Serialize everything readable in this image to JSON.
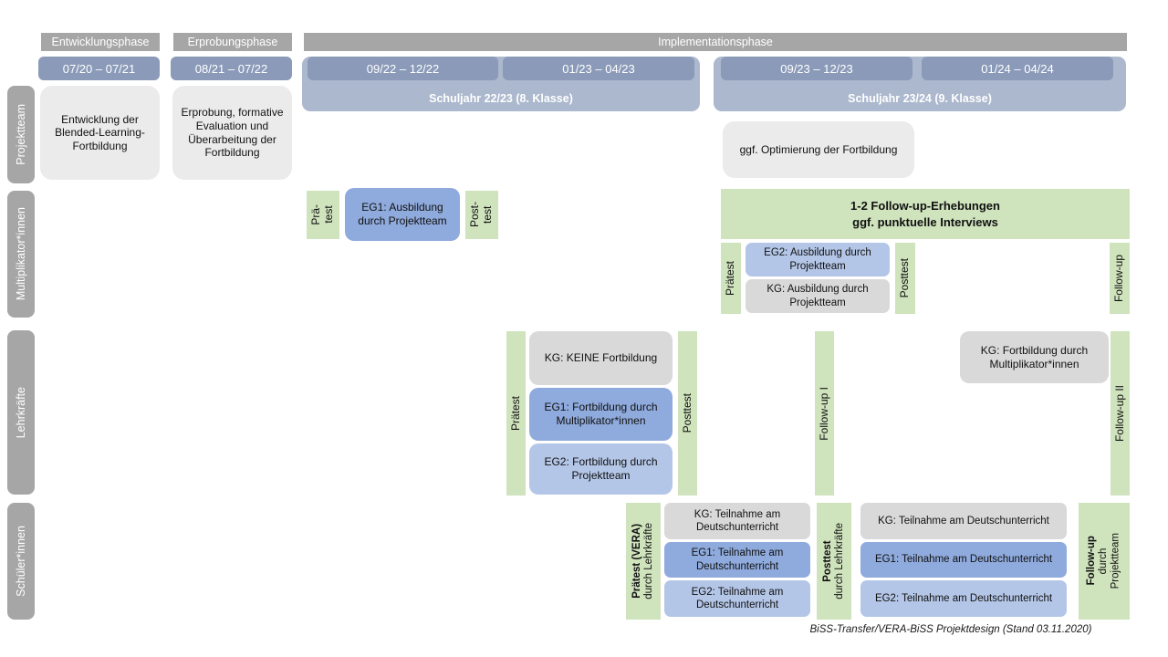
{
  "header": {
    "phases": [
      {
        "label": "Entwicklungsphase"
      },
      {
        "label": "Erprobungsphase"
      },
      {
        "label": "Implementationsphase"
      }
    ],
    "date_ranges": [
      {
        "label": "07/20 – 07/21"
      },
      {
        "label": "08/21 – 07/22"
      },
      {
        "label": "09/22 – 12/22"
      },
      {
        "label": "01/23 – 04/23"
      },
      {
        "label": "09/23 – 12/23"
      },
      {
        "label": "01/24 – 04/24"
      }
    ],
    "school_years": [
      {
        "label": "Schuljahr 22/23 (8. Klasse)"
      },
      {
        "label": "Schuljahr 23/24 (9. Klasse)"
      }
    ]
  },
  "row_labels": [
    {
      "label": "Projektteam"
    },
    {
      "label": "Multiplikator*innen"
    },
    {
      "label": "Lehrkräfte"
    },
    {
      "label": "Schüler*innen"
    }
  ],
  "projektteam": {
    "entwicklung": "Entwicklung der Blended-Learning-Fortbildung",
    "erprobung": "Erprobung, formative Evaluation und Überarbeitung der Fortbildung",
    "optimierung": "ggf. Optimierung der Fortbildung"
  },
  "multiplikatoren": {
    "praetest_line1": "Prä-",
    "praetest_line2": "test",
    "eg1": "EG1: Ausbildung durch Projektteam",
    "posttest_line1": "Post-",
    "posttest_line2": "test",
    "banner_line1": "1-2 Follow-up-Erhebungen",
    "banner_line2": "ggf. punktuelle Interviews",
    "praetest2": "Prätest",
    "eg2": "EG2: Ausbildung durch Projektteam",
    "kg": "KG: Ausbildung durch Projektteam",
    "posttest2": "Posttest",
    "followup": "Follow-up"
  },
  "lehrkraefte": {
    "praetest": "Prätest",
    "kg": "KG: KEINE Fortbildung",
    "eg1": "EG1: Fortbildung durch Multiplikator*innen",
    "eg2": "EG2: Fortbildung durch Projektteam",
    "posttest": "Posttest",
    "followup1": "Follow-up I",
    "kg2": "KG: Fortbildung durch Multiplikator*innen",
    "followup2": "Follow-up II"
  },
  "schueler": {
    "praetest_line1": "Prätest (VERA)",
    "praetest_line2": "durch  Lehrkräfte",
    "kg1": "KG: Teilnahme am Deutschunterricht",
    "eg1a": "EG1: Teilnahme am Deutschunterricht",
    "eg2a": "EG2: Teilnahme am Deutschunterricht",
    "posttest_line1": "Posttest",
    "posttest_line2": "durch  Lehrkräfte",
    "kg2": "KG: Teilnahme am Deutschunterricht",
    "eg1b": "EG1: Teilnahme am Deutschunterricht",
    "eg2b": "EG2: Teilnahme am Deutschunterricht",
    "followup_line1": "Follow-up",
    "followup_line2": "durch",
    "followup_line3": "Projektteam"
  },
  "caption": "BiSS-Transfer/VERA-BiSS Projektdesign (Stand 03.11.2020)",
  "colors": {
    "phase_gray": "#a6a6a6",
    "date_blue": "#8a9ab8",
    "year_band_blue": "#abb8cd",
    "light_gray_box": "#ebebeb",
    "kg_gray": "#d9d9d9",
    "eg1_blue": "#8faadc",
    "eg2_blue": "#b4c6e7",
    "marker_green": "#cfe3bd"
  }
}
